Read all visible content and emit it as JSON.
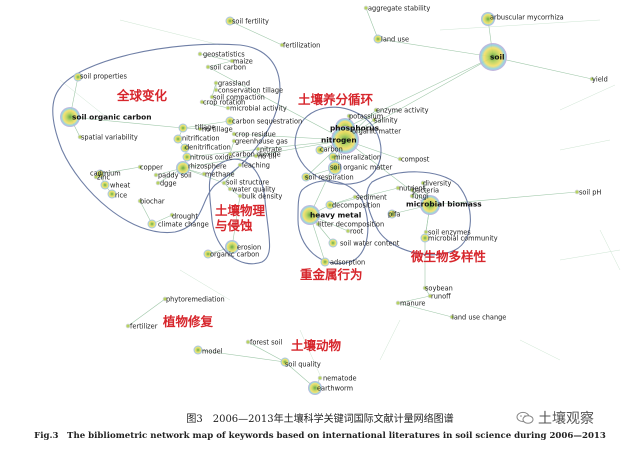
{
  "caption_cn": "图3　2006—2013年土壤科学关键词国际文献计量网络图谱",
  "caption_en": "Fig.3　The bibliometric network map of keywords based on international literatures in soil science during 2006—2013",
  "watermark": "土壤观察",
  "colors": {
    "cluster_label": "#d7262c",
    "edge": "#9ec7a8",
    "outline": "#6f7fa6"
  },
  "clusters": [
    {
      "id": "global_change",
      "label": "全球变化"
    },
    {
      "id": "nutrient_cycling",
      "label": "土壤养分循环"
    },
    {
      "id": "physics_erosion",
      "label": "土壤物理\n与侵蚀"
    },
    {
      "id": "heavy_metal",
      "label": "重金属行为"
    },
    {
      "id": "microbial",
      "label": "微生物多样性"
    },
    {
      "id": "phytoremediation",
      "label": "植物修复"
    },
    {
      "id": "fauna",
      "label": "土壤动物"
    }
  ],
  "keywords": [
    {
      "id": "aggregate_stability",
      "text": "aggregate stability",
      "size": 2
    },
    {
      "id": "soil_fertility",
      "text": "soil fertility",
      "size": 3
    },
    {
      "id": "arbuscular_mycorrhiza",
      "text": "arbuscular mycorrhiza",
      "size": 4
    },
    {
      "id": "fertilization",
      "text": "fertilization",
      "size": 2
    },
    {
      "id": "land_use",
      "text": "land use",
      "size": 3
    },
    {
      "id": "soil",
      "text": "soil",
      "size": 6
    },
    {
      "id": "yield",
      "text": "yield",
      "size": 2
    },
    {
      "id": "geostatistics",
      "text": "geostatistics",
      "size": 2
    },
    {
      "id": "maize",
      "text": "maize",
      "size": 2
    },
    {
      "id": "soil_carbon",
      "text": "soil carbon",
      "size": 2
    },
    {
      "id": "soil_properties",
      "text": "soil properties",
      "size": 3
    },
    {
      "id": "grassland",
      "text": "grassland",
      "size": 2
    },
    {
      "id": "conservation_tillage",
      "text": "conservation tillage",
      "size": 2
    },
    {
      "id": "soil_compaction",
      "text": "soil compaction",
      "size": 2
    },
    {
      "id": "crop_rotation",
      "text": "crop rotation",
      "size": 2
    },
    {
      "id": "microbial_activity",
      "text": "microbial activity",
      "size": 2
    },
    {
      "id": "soil_organic_carbon",
      "text": "soil organic carbon",
      "size": 5
    },
    {
      "id": "carbon_sequestration",
      "text": "carbon sequestration",
      "size": 3
    },
    {
      "id": "tillage",
      "text": "tillage",
      "size": 3
    },
    {
      "id": "no_tillage",
      "text": "no tillage",
      "size": 2
    },
    {
      "id": "crop_residue",
      "text": "crop residue",
      "size": 2
    },
    {
      "id": "spatial_variability",
      "text": "spatial variability",
      "size": 2
    },
    {
      "id": "nitrification",
      "text": "nitrification",
      "size": 3
    },
    {
      "id": "greenhouse_gas",
      "text": "greenhouse gas",
      "size": 2
    },
    {
      "id": "denitrification",
      "text": "denitrification",
      "size": 3
    },
    {
      "id": "carbon_dioxide",
      "text": "carbon dioxide",
      "size": 2
    },
    {
      "id": "nitrate",
      "text": "nitrate",
      "size": 2
    },
    {
      "id": "nitrous_oxide",
      "text": "nitrous oxide",
      "size": 3
    },
    {
      "id": "no_till",
      "text": "no till",
      "size": 2
    },
    {
      "id": "rhizosphere",
      "text": "rhizosphere",
      "size": 4
    },
    {
      "id": "copper",
      "text": "copper",
      "size": 2
    },
    {
      "id": "leaching",
      "text": "leaching",
      "size": 2
    },
    {
      "id": "cadmium",
      "text": "cadmium",
      "size": 3
    },
    {
      "id": "paddy_soil",
      "text": "paddy soil",
      "size": 2
    },
    {
      "id": "methane",
      "text": "methane",
      "size": 2
    },
    {
      "id": "zinc",
      "text": "zinc",
      "size": 2
    },
    {
      "id": "wheat",
      "text": "wheat",
      "size": 3
    },
    {
      "id": "dgge",
      "text": "dgge",
      "size": 2
    },
    {
      "id": "rice",
      "text": "rice",
      "size": 3
    },
    {
      "id": "soil_structure",
      "text": "soil structure",
      "size": 2
    },
    {
      "id": "water_quality",
      "text": "water quality",
      "size": 2
    },
    {
      "id": "bulk_density",
      "text": "bulk density",
      "size": 2
    },
    {
      "id": "biochar",
      "text": "biochar",
      "size": 2
    },
    {
      "id": "drought",
      "text": "drought",
      "size": 2
    },
    {
      "id": "climate_change",
      "text": "climate change",
      "size": 3
    },
    {
      "id": "erosion",
      "text": "erosion",
      "size": 4
    },
    {
      "id": "organic_carbon",
      "text": "organic carbon",
      "size": 3
    },
    {
      "id": "enzyme_activity",
      "text": "enzyme activity",
      "size": 2
    },
    {
      "id": "potassium",
      "text": "potassium",
      "size": 2
    },
    {
      "id": "salinity",
      "text": "salinity",
      "size": 2
    },
    {
      "id": "phosphorus",
      "text": "phosphorus",
      "size": 5
    },
    {
      "id": "organic_matter",
      "text": "organic matter",
      "size": 2
    },
    {
      "id": "nitrogen",
      "text": "nitrogen",
      "size": 6
    },
    {
      "id": "carbon",
      "text": "carbon",
      "size": 3
    },
    {
      "id": "mineralization",
      "text": "mineralization",
      "size": 3
    },
    {
      "id": "compost",
      "text": "compost",
      "size": 2
    },
    {
      "id": "soil_organic_matter",
      "text": "soil organic matter",
      "size": 4
    },
    {
      "id": "soil_respiration",
      "text": "soil respiration",
      "size": 3
    },
    {
      "id": "diversity",
      "text": "diversity",
      "size": 2
    },
    {
      "id": "nutrient",
      "text": "nutrient",
      "size": 2
    },
    {
      "id": "bacteria",
      "text": "bacteria",
      "size": 2
    },
    {
      "id": "sediment",
      "text": "sediment",
      "size": 2
    },
    {
      "id": "fungi",
      "text": "fungi",
      "size": 2
    },
    {
      "id": "decomposition",
      "text": "decomposition",
      "size": 3
    },
    {
      "id": "microbial_biomass",
      "text": "microbial biomass",
      "size": 5
    },
    {
      "id": "soil_ph",
      "text": "soil pH",
      "size": 2
    },
    {
      "id": "heavy_metal",
      "text": "heavy metal",
      "size": 5
    },
    {
      "id": "plfa",
      "text": "plfa",
      "size": 3
    },
    {
      "id": "litter_decomposition",
      "text": "litter decomposition",
      "size": 2
    },
    {
      "id": "root",
      "text": "root",
      "size": 2
    },
    {
      "id": "soil_enzymes",
      "text": "soil enzymes",
      "size": 2
    },
    {
      "id": "soil_water_content",
      "text": "soil water content",
      "size": 3
    },
    {
      "id": "microbial_community",
      "text": "microbial community",
      "size": 3
    },
    {
      "id": "adsorption",
      "text": "adsorption",
      "size": 3
    },
    {
      "id": "soybean",
      "text": "soybean",
      "size": 2
    },
    {
      "id": "runoff",
      "text": "runoff",
      "size": 2
    },
    {
      "id": "manure",
      "text": "manure",
      "size": 2
    },
    {
      "id": "land_use_change",
      "text": "land use change",
      "size": 2
    },
    {
      "id": "phytoremediation",
      "text": "phytoremediation",
      "size": 2
    },
    {
      "id": "fertilizer",
      "text": "fertilizer",
      "size": 2
    },
    {
      "id": "forest_soil",
      "text": "forest soil",
      "size": 2
    },
    {
      "id": "model",
      "text": "model",
      "size": 3
    },
    {
      "id": "soil_quality",
      "text": "soil quality",
      "size": 3
    },
    {
      "id": "nematode",
      "text": "nematode",
      "size": 2
    },
    {
      "id": "earthworm",
      "text": "earthworm",
      "size": 4
    }
  ],
  "edges": [
    [
      "nitrogen",
      "phosphorus"
    ],
    [
      "nitrogen",
      "carbon"
    ],
    [
      "nitrogen",
      "soil_organic_matter"
    ],
    [
      "nitrogen",
      "mineralization"
    ],
    [
      "nitrogen",
      "soil_respiration"
    ],
    [
      "nitrogen",
      "potassium"
    ],
    [
      "nitrogen",
      "organic_matter"
    ],
    [
      "nitrogen",
      "enzyme_activity"
    ],
    [
      "nitrogen",
      "salinity"
    ],
    [
      "nitrogen",
      "rhizosphere"
    ],
    [
      "nitrogen",
      "nitrous_oxide"
    ],
    [
      "nitrogen",
      "crop_residue"
    ],
    [
      "nitrogen",
      "microbial_biomass"
    ],
    [
      "nitrogen",
      "heavy_metal"
    ],
    [
      "nitrogen",
      "soil_carbon"
    ],
    [
      "nitrogen",
      "compost"
    ],
    [
      "phosphorus",
      "soil"
    ],
    [
      "nitrogen",
      "soil"
    ],
    [
      "soil",
      "arbuscular_mycorrhiza"
    ],
    [
      "soil",
      "yield"
    ],
    [
      "soil",
      "land_use"
    ],
    [
      "soil_organic_carbon",
      "spatial_variability"
    ],
    [
      "soil_organic_carbon",
      "soil_properties"
    ],
    [
      "soil_organic_carbon",
      "tillage"
    ],
    [
      "tillage",
      "carbon_sequestration"
    ],
    [
      "tillage",
      "no_tillage"
    ],
    [
      "tillage",
      "nitrification"
    ],
    [
      "nitrification",
      "denitrification"
    ],
    [
      "denitrification",
      "nitrous_oxide"
    ],
    [
      "nitrous_oxide",
      "rhizosphere"
    ],
    [
      "rhizosphere",
      "methane"
    ],
    [
      "rhizosphere",
      "paddy_soil"
    ],
    [
      "cadmium",
      "zinc"
    ],
    [
      "cadmium",
      "wheat"
    ],
    [
      "wheat",
      "rice"
    ],
    [
      "cadmium",
      "copper"
    ],
    [
      "rhizosphere",
      "dgge"
    ],
    [
      "rhizosphere",
      "soil_structure"
    ],
    [
      "soil_structure",
      "water_quality"
    ],
    [
      "water_quality",
      "bulk_density"
    ],
    [
      "climate_change",
      "drought"
    ],
    [
      "climate_change",
      "biochar"
    ],
    [
      "erosion",
      "organic_carbon"
    ],
    [
      "erosion",
      "bulk_density"
    ],
    [
      "heavy_metal",
      "decomposition"
    ],
    [
      "heavy_metal",
      "litter_decomposition"
    ],
    [
      "heavy_metal",
      "soil_water_content"
    ],
    [
      "heavy_metal",
      "adsorption"
    ],
    [
      "heavy_metal",
      "root"
    ],
    [
      "decomposition",
      "sediment"
    ],
    [
      "decomposition",
      "nutrient"
    ],
    [
      "microbial_biomass",
      "plfa"
    ],
    [
      "microbial_biomass",
      "fungi"
    ],
    [
      "microbial_biomass",
      "bacteria"
    ],
    [
      "microbial_biomass",
      "diversity"
    ],
    [
      "microbial_biomass",
      "soil_enzymes"
    ],
    [
      "microbial_biomass",
      "microbial_community"
    ],
    [
      "microbial_community",
      "soybean"
    ],
    [
      "soybean",
      "runoff"
    ],
    [
      "runoff",
      "manure"
    ],
    [
      "manure",
      "land_use_change"
    ],
    [
      "soil_quality",
      "earthworm"
    ],
    [
      "earthworm",
      "nematode"
    ],
    [
      "soil_quality",
      "forest_soil"
    ],
    [
      "model",
      "soil_quality"
    ],
    [
      "phytoremediation",
      "fertilizer"
    ],
    [
      "soil_fertility",
      "fertilization"
    ],
    [
      "land_use",
      "aggregate_stability"
    ],
    [
      "grassland",
      "conservation_tillage"
    ],
    [
      "grassland",
      "soil_compaction"
    ],
    [
      "geostatistics",
      "maize"
    ],
    [
      "maize",
      "soil_carbon"
    ],
    [
      "crop_rotation",
      "microbial_activity"
    ],
    [
      "greenhouse_gas",
      "carbon_dioxide"
    ],
    [
      "nitrate",
      "no_till"
    ],
    [
      "leaching",
      "soil_structure"
    ],
    [
      "soil_respiration",
      "soil_organic_matter"
    ],
    [
      "soil_ph",
      "microbial_biomass"
    ]
  ]
}
